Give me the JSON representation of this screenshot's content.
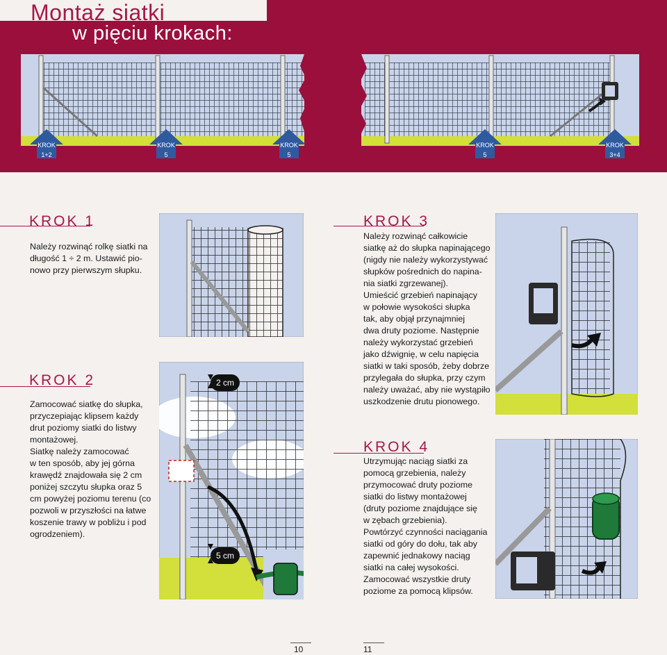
{
  "title": {
    "line1": "Montaż siatki",
    "line2": "w pięciu krokach:"
  },
  "banner_arrows": [
    {
      "label": "KROK",
      "num": "1+2"
    },
    {
      "label": "KROK",
      "num": "5"
    },
    {
      "label": "KROK",
      "num": "5"
    },
    {
      "label": "KROK",
      "num": "5"
    },
    {
      "label": "KROK",
      "num": "3+4"
    }
  ],
  "steps": {
    "krok1": {
      "heading": "KROK 1",
      "lines": [
        "Należy rozwinąć rolkę siatki na",
        "długość 1 ÷ 2 m. Ustawić pio-",
        "nowo przy pierwszym słupku."
      ]
    },
    "krok2": {
      "heading": "KROK 2",
      "lines": [
        "Zamocować siatkę do słupka,",
        "przyczepiając klipsem każdy",
        "drut poziomy siatki do listwy",
        "montażowej.",
        "Siatkę należy zamocować",
        "w ten sposób, aby jej górna",
        "krawędź znajdowała się 2 cm",
        "poniżej szczytu słupka oraz 5",
        "cm powyżej poziomu terenu (co",
        "pozwoli w przyszłości na łatwe",
        "koszenie trawy w pobliżu i pod",
        "ogrodzeniem)."
      ]
    },
    "krok3": {
      "heading": "KROK 3",
      "lines": [
        "Należy rozwinąć całkowicie",
        "siatkę aż do słupka napinającego",
        "(nigdy nie należy wykorzystywać",
        "słupków pośrednich do napina-",
        "nia siatki zgrzewanej).",
        "Umieścić grzebień napinający",
        "w połowie wysokości słupka",
        "tak, aby objął przynajmniej",
        "dwa druty poziome. Następnie",
        "należy wykorzystać grzebień",
        "jako dźwignię, w celu napięcia",
        "siatki w taki sposób, żeby dobrze",
        "przylegała do słupka, przy czym",
        "należy uważać, aby nie wystąpiło",
        "uszkodzenie drutu pionowego."
      ]
    },
    "krok4": {
      "heading": "KROK 4",
      "lines": [
        "Utrzymując naciąg siatki za",
        "pomocą grzebienia, należy",
        "przymocować druty poziome",
        "siatki do listwy montażowej",
        "(druty poziome znajdujące się",
        "w zębach grzebienia).",
        "Powtórzyć czynności naciągania",
        "siatki od góry do dołu, tak aby",
        "zapewnić jednakowy naciąg",
        "siatki na całej wysokości.",
        "Zamocować wszystkie druty",
        "poziome za pomocą klipsów."
      ]
    }
  },
  "dimensions": {
    "top_gap": "2 cm",
    "bottom_gap": "5 cm"
  },
  "page_numbers": {
    "left": "10",
    "right": "11"
  },
  "colors": {
    "banner": "#9b0f3d",
    "accent": "#a8174a",
    "sky": "#c9d4ea",
    "grass": "#d3df3b",
    "arrow_blue": "#2f5aa0",
    "clip_green": "#1f7a3a"
  }
}
